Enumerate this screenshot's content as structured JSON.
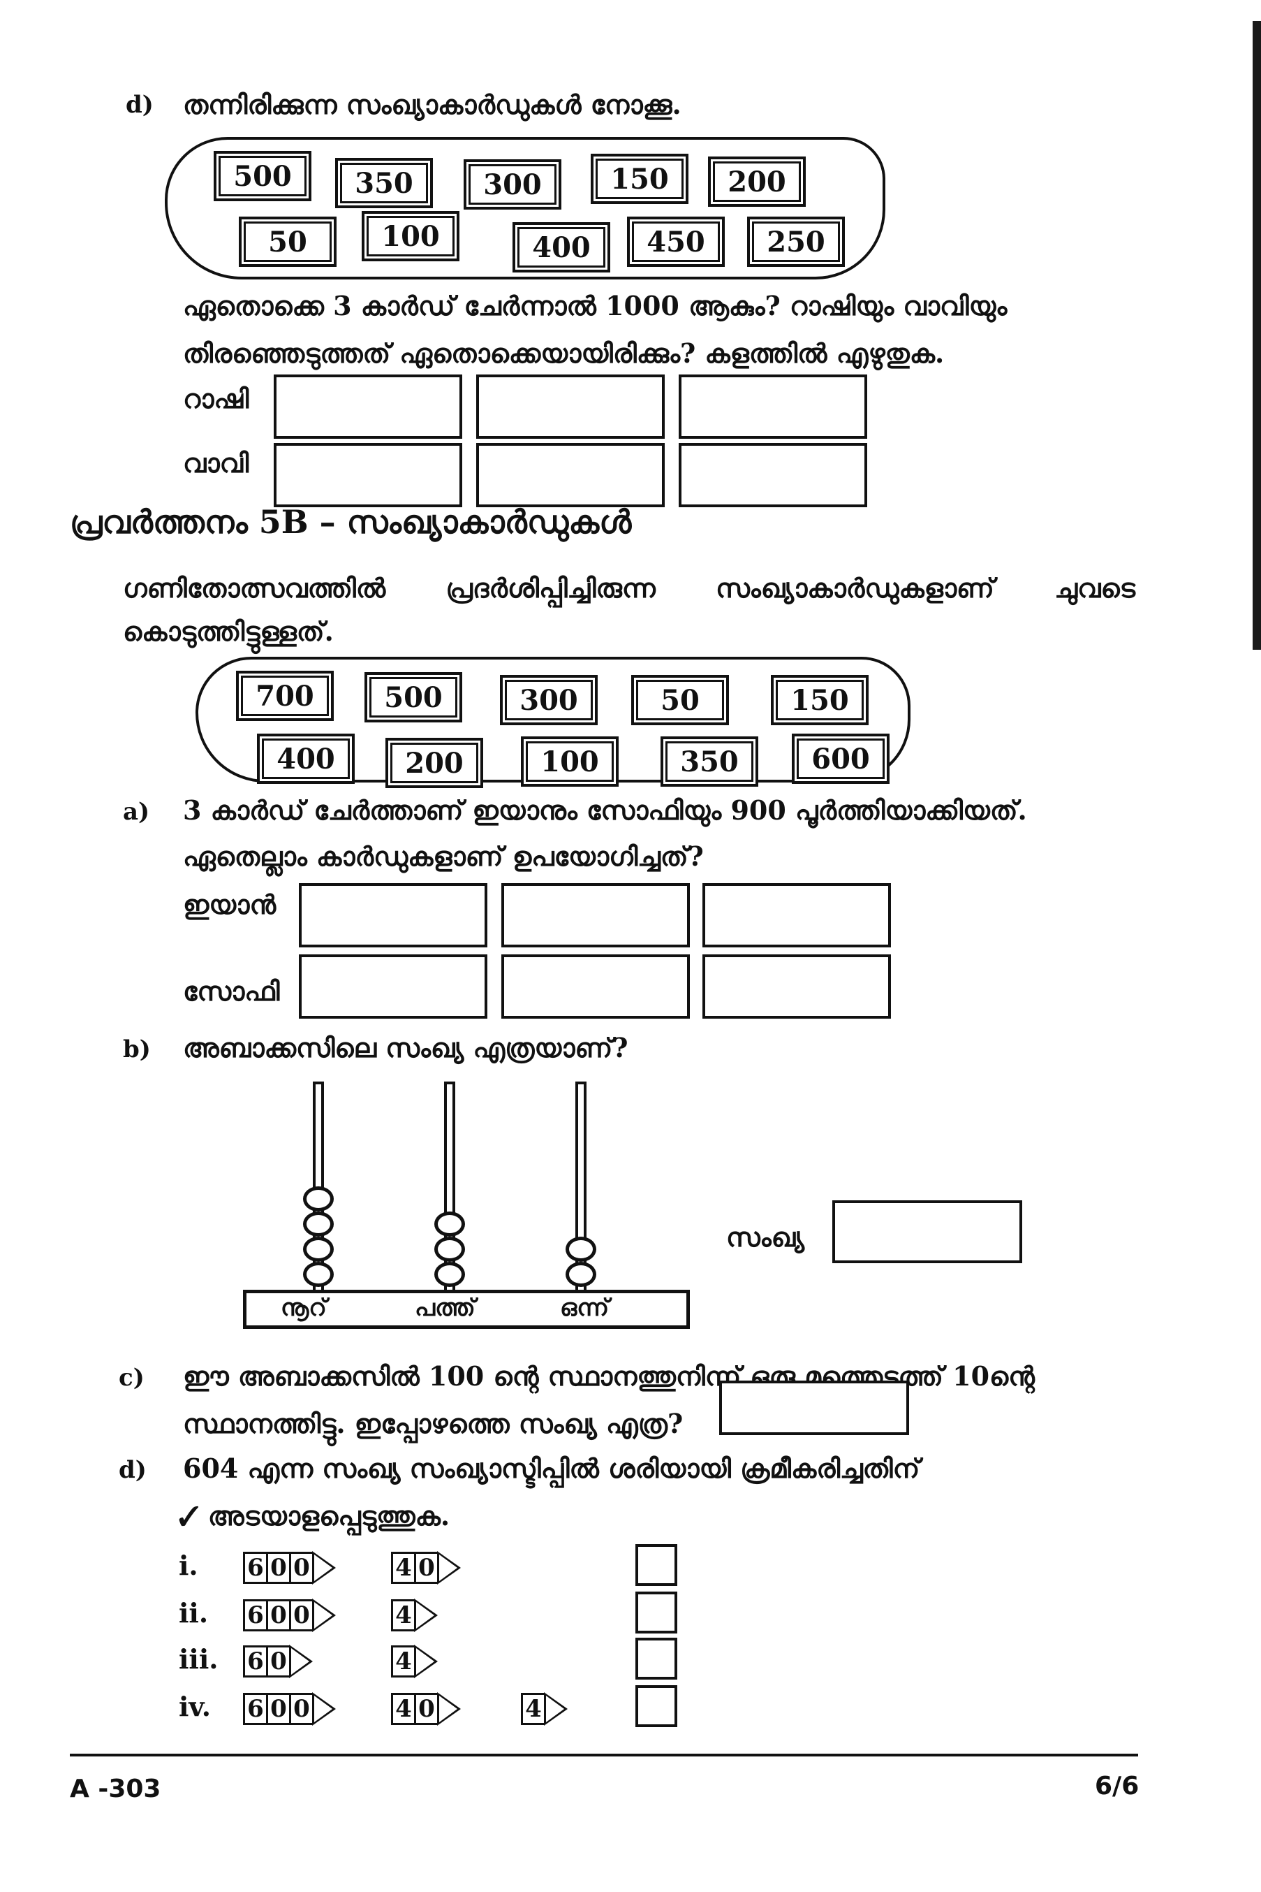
{
  "partD_top": {
    "label": "d)",
    "instruction": "തന്നിരിക്കുന്ന സംഖ്യാകാർഡുകൾ നോക്കൂ.",
    "cards_row1": [
      "500",
      "350",
      "300",
      "150",
      "200"
    ],
    "cards_row2": [
      "50",
      "100",
      "400",
      "450",
      "250"
    ],
    "question_line1": "ഏതൊക്കെ 3 കാർഡ് ചേർന്നാൽ 1000 ആകും? റാഷിയും വാവിയും",
    "question_line2": "തിരഞ്ഞെടുത്തത് ഏതൊക്കെയായിരിക്കും? കളത്തിൽ എഴുതുക.",
    "row1_name": "റാഷി",
    "row2_name": "വാവി"
  },
  "activity": {
    "title": "പ്രവർത്തനം 5B – സംഖ്യാകാർഡുകൾ",
    "intro_line1_words": [
      "ഗണിതോത്സവത്തിൽ",
      "പ്രദർശിപ്പിച്ചിരുന്ന",
      "സംഖ്യാകാർഡുകളാണ്",
      "ചുവടെ"
    ],
    "intro_line2": "കൊടുത്തിട്ടുള്ളത്.",
    "cards_row1": [
      "700",
      "500",
      "300",
      "50",
      "150"
    ],
    "cards_row2": [
      "400",
      "200",
      "100",
      "350",
      "600"
    ]
  },
  "qa": {
    "label": "a)",
    "line1": "3 കാർഡ് ചേർത്താണ് ഇയാനും സോഫിയും 900 പൂർത്തിയാക്കിയത്.",
    "line2": "ഏതെല്ലാം കാർഡുകളാണ് ഉപയോഗിച്ചത്?",
    "row1_name": "ഇയാൻ",
    "row2_name": "സോഫി"
  },
  "qb": {
    "label": "b)",
    "text": "അബാക്കസിലെ സംഖ്യ എത്രയാണ്?",
    "abacus_beads": [
      4,
      3,
      2
    ],
    "place_labels": [
      "നൂറ്",
      "പത്ത്",
      "ഒന്ന്"
    ],
    "answer_label": "സംഖ്യ"
  },
  "qc": {
    "label": "c)",
    "line1": "ഈ അബാക്കസിൽ 100 ന്റെ സ്ഥാനത്തുനിന്ന് ഒരു മുത്തെടുത്ത് 10ന്റെ",
    "line2": "സ്ഥാനത്തിട്ടു. ഇപ്പോഴത്തെ സംഖ്യ എത്ര?"
  },
  "qd": {
    "label": "d)",
    "line1": "604 എന്ന സംഖ്യ സംഖ്യാസ്ടിപ്പിൽ ശരിയായി ക്രമീകരിച്ചതിന്",
    "line2": "✓ അടയാളപ്പെടുത്തുക.",
    "options": [
      {
        "num": "i.",
        "cards": [
          [
            "6",
            "0",
            "0"
          ],
          [
            "4",
            "0"
          ]
        ]
      },
      {
        "num": "ii.",
        "cards": [
          [
            "6",
            "0",
            "0"
          ],
          [
            "4"
          ]
        ]
      },
      {
        "num": "iii.",
        "cards": [
          [
            "6",
            "0"
          ],
          [
            "4"
          ]
        ]
      },
      {
        "num": "iv.",
        "cards": [
          [
            "6",
            "0",
            "0"
          ],
          [
            "4",
            "0"
          ],
          [
            "4"
          ]
        ]
      }
    ]
  },
  "footer": {
    "code": "A -303",
    "page": "6/6"
  }
}
